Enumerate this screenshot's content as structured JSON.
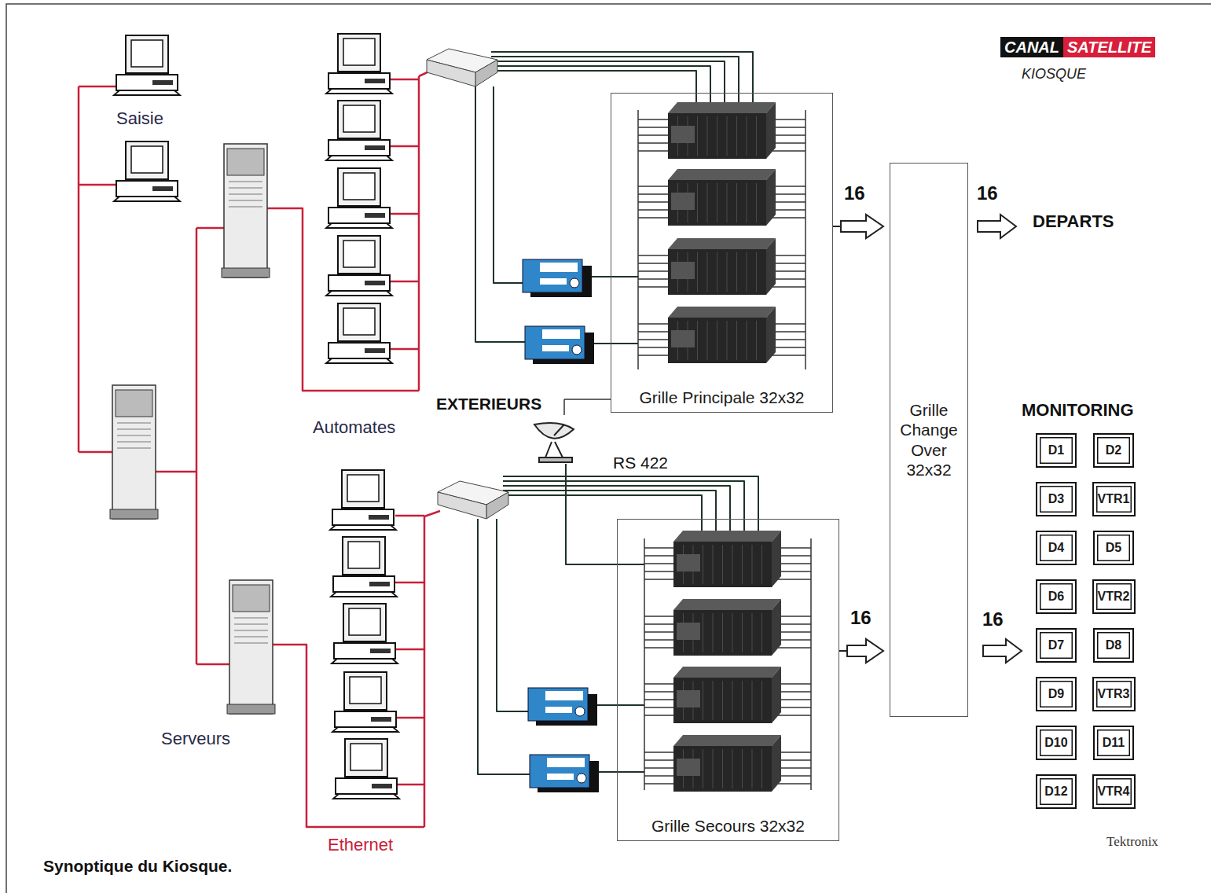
{
  "diagram": {
    "caption": "Synoptique du Kiosque.",
    "nodes": [
      {
        "text": [
          "Grille Principale 32x32"
        ]
      },
      {
        "text": [
          "Grille Change Over 32x32"
        ]
      },
      {
        "text": [
          "Grille Secours 32x32"
        ]
      },
      {
        "text": [
          "D1"
        ]
      },
      {
        "text": [
          "D2"
        ]
      },
      {
        "text": [
          "D3"
        ]
      },
      {
        "text": [
          "VTR1"
        ]
      },
      {
        "text": [
          "D4"
        ]
      },
      {
        "text": [
          "D5"
        ]
      },
      {
        "text": [
          "D6"
        ]
      },
      {
        "text": [
          "VTR2"
        ]
      },
      {
        "text": [
          "D7"
        ]
      },
      {
        "text": [
          "D8"
        ]
      },
      {
        "text": [
          "D9"
        ]
      },
      {
        "text": [
          "VTR3"
        ]
      },
      {
        "text": [
          "D10"
        ]
      },
      {
        "text": [
          "D11"
        ]
      },
      {
        "text": [
          "D12"
        ]
      },
      {
        "text": [
          "VTR4"
        ]
      }
    ],
    "edges": [
      {
        "from": 0,
        "to": 1,
        "arrow": "to",
        "label": "16"
      },
      {
        "from": 2,
        "to": 1,
        "arrow": "to",
        "label": "16"
      }
    ],
    "labels": [
      "CANAL",
      "SATELLITE",
      "KIOSQUE",
      "Saisie",
      "Automates",
      "Serveurs",
      "Ethernet",
      "EXTERIEURS",
      "RS 422",
      "16",
      "DEPARTS",
      "16",
      "MONITORING",
      "Tektronix"
    ]
  }
}
